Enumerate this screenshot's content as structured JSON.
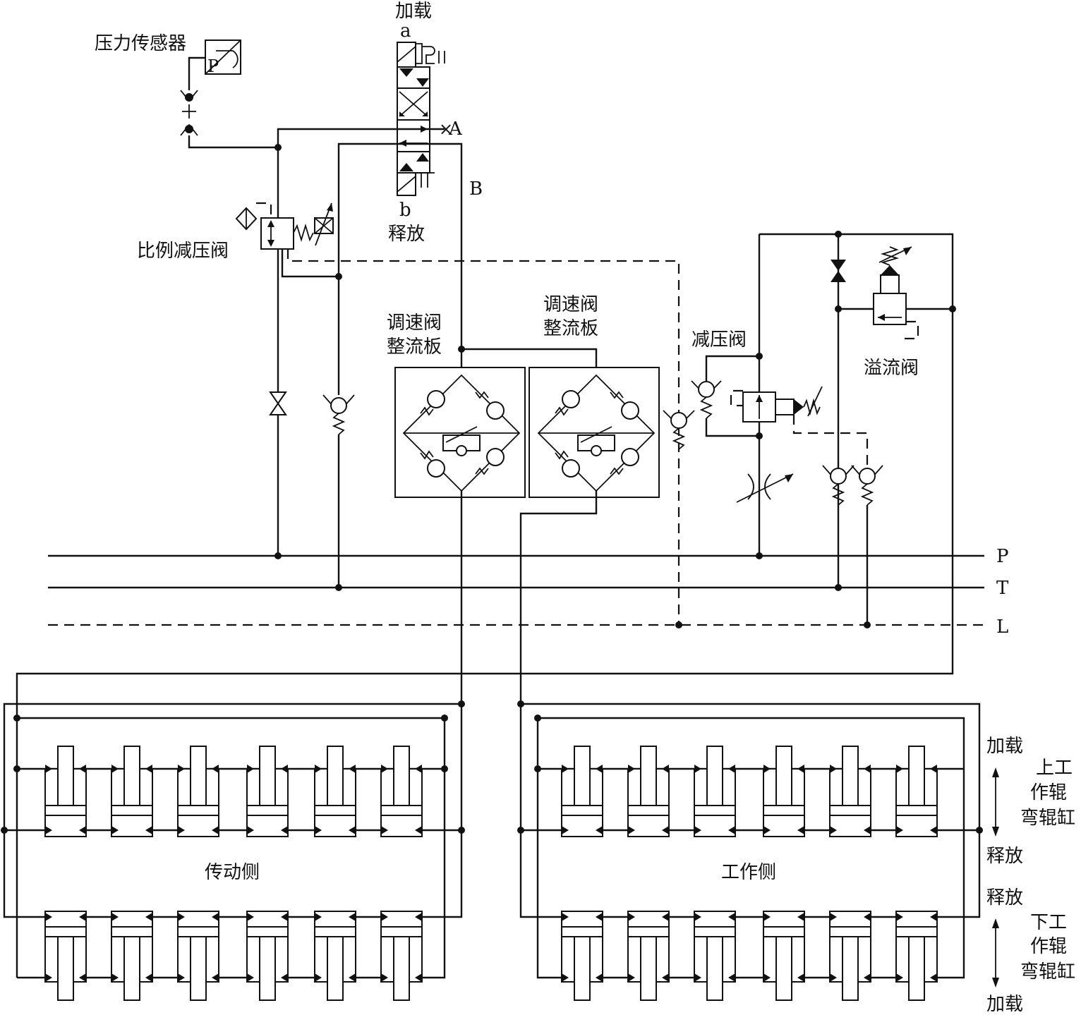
{
  "labels": {
    "pressure_sensor": "压力传感器",
    "sensor_symbol": "P",
    "loading_top": "加载",
    "port_a": "a",
    "port_A": "A",
    "port_B": "B",
    "port_b": "b",
    "release_top": "释放",
    "proportional_reducing_valve": "比例减压阀",
    "speed_valve_1_line1": "调速阀",
    "speed_valve_1_line2": "整流板",
    "speed_valve_2_line1": "调速阀",
    "speed_valve_2_line2": "整流板",
    "reducing_valve": "减压阀",
    "relief_valve": "溢流阀",
    "line_P": "P",
    "line_T": "T",
    "line_L": "L",
    "drive_side": "传动侧",
    "work_side": "工作侧",
    "upper_load": "加载",
    "upper_title_1": "上工",
    "upper_title_2": "作辊",
    "upper_title_3": "弯辊缸",
    "upper_release": "释放",
    "lower_release": "释放",
    "lower_title_1": "下工",
    "lower_title_2": "作辊",
    "lower_title_3": "弯辊缸",
    "lower_load": "加载"
  },
  "colors": {
    "line": "#111111",
    "background": "#ffffff"
  }
}
